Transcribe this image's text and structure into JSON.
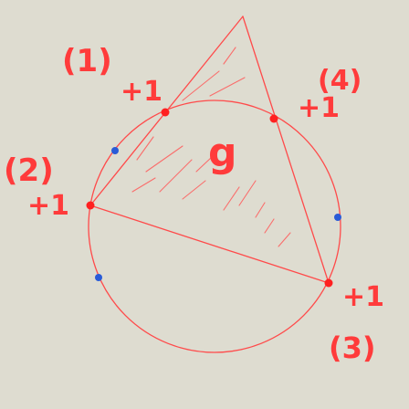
{
  "colors": {
    "background": "#dedcd0",
    "ink": "#ff3b3b",
    "blue_dot": "#2a5bd7"
  },
  "labels": {
    "p1_index": "(1)",
    "p1_value": "+1",
    "p2_index": "(2)",
    "p2_value": "+1",
    "p3_index": "(3)",
    "p3_value": "+1",
    "p4_index": "(4)",
    "p4_value": "+1",
    "region_letter": "g"
  }
}
